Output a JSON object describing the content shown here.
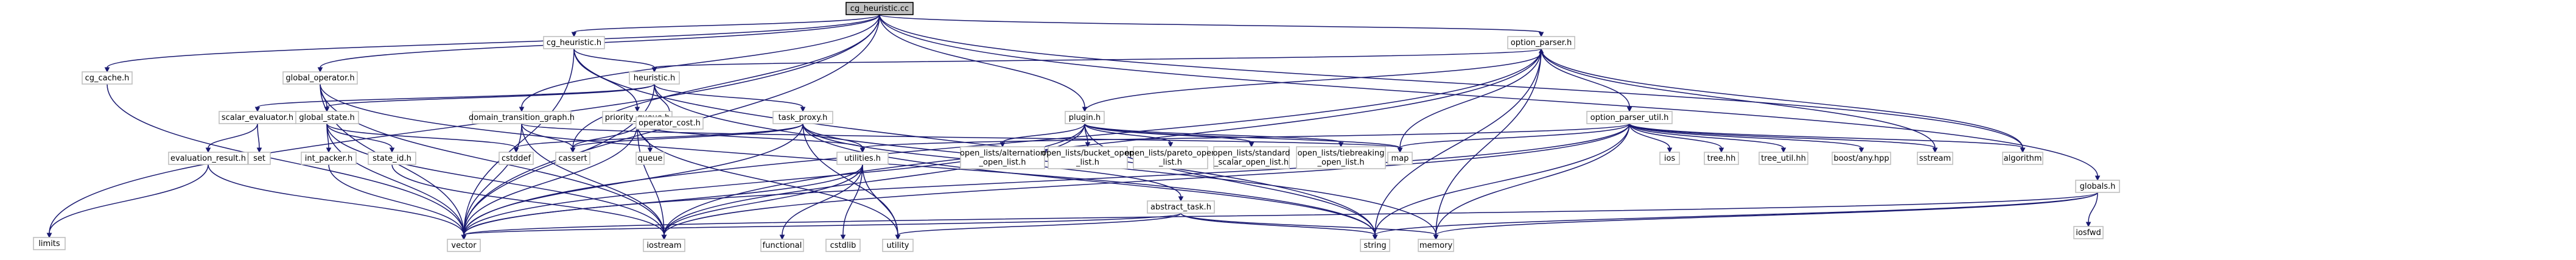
{
  "nodes": [
    {
      "id": "cg_heuristic_cc",
      "name": "cg-heuristic-cc-node",
      "lines": [
        "cg_heuristic.cc"
      ],
      "root": true
    },
    {
      "id": "limits",
      "name": "limits-node",
      "lines": [
        "limits"
      ]
    },
    {
      "id": "cg_cache_h",
      "name": "cg-cache-h-node",
      "lines": [
        "cg_cache.h"
      ]
    },
    {
      "id": "vector",
      "name": "vector-node",
      "lines": [
        "vector"
      ]
    },
    {
      "id": "global_operator_h",
      "name": "global-operator-h-node",
      "lines": [
        "global_operator.h"
      ]
    },
    {
      "id": "global_state_h",
      "name": "global-state-h-node",
      "lines": [
        "global_state.h"
      ]
    },
    {
      "id": "cg_heuristic_h",
      "name": "cg-heuristic-h-node",
      "lines": [
        "cg_heuristic.h"
      ]
    },
    {
      "id": "heuristic_h",
      "name": "heuristic-h-node",
      "lines": [
        "heuristic.h"
      ]
    },
    {
      "id": "scalar_evaluator_h",
      "name": "scalar-evaluator-h-node",
      "lines": [
        "scalar_evaluator.h"
      ]
    },
    {
      "id": "set",
      "name": "set-node",
      "lines": [
        "set"
      ]
    },
    {
      "id": "evaluation_result_h",
      "name": "evaluation-result-h-node",
      "lines": [
        "evaluation_result.h"
      ]
    },
    {
      "id": "int_packer_h",
      "name": "int-packer-h-node",
      "lines": [
        "int_packer.h"
      ]
    },
    {
      "id": "state_id_h",
      "name": "state-id-h-node",
      "lines": [
        "state_id.h"
      ]
    },
    {
      "id": "iostream",
      "name": "iostream-node",
      "lines": [
        "iostream"
      ]
    },
    {
      "id": "domain_transition_graph_h",
      "name": "domain-transition-graph-h-node",
      "lines": [
        "domain_transition_graph.h"
      ]
    },
    {
      "id": "cassert",
      "name": "cassert-node",
      "lines": [
        "cassert"
      ]
    },
    {
      "id": "priority_queue_h",
      "name": "priority-queue-h-node",
      "lines": [
        "priority_queue.h"
      ]
    },
    {
      "id": "queue",
      "name": "queue-node",
      "lines": [
        "queue"
      ]
    },
    {
      "id": "cstddef",
      "name": "cstddef-node",
      "lines": [
        "cstddef"
      ]
    },
    {
      "id": "operator_cost_h",
      "name": "operator-cost-h-node",
      "lines": [
        "operator_cost.h"
      ]
    },
    {
      "id": "task_proxy_h",
      "name": "task-proxy-h-node",
      "lines": [
        "task_proxy.h"
      ]
    },
    {
      "id": "utilities_h",
      "name": "utilities-h-node",
      "lines": [
        "utilities.h"
      ]
    },
    {
      "id": "functional",
      "name": "functional-node",
      "lines": [
        "functional"
      ]
    },
    {
      "id": "cstdlib",
      "name": "cstdlib-node",
      "lines": [
        "cstdlib"
      ]
    },
    {
      "id": "utility",
      "name": "utility-node",
      "lines": [
        "utility"
      ]
    },
    {
      "id": "plugin_h",
      "name": "plugin-h-node",
      "lines": [
        "plugin.h"
      ]
    },
    {
      "id": "ol_alternation",
      "name": "open-lists-alternation-node",
      "lines": [
        "open_lists/alternation",
        "_open_list.h"
      ]
    },
    {
      "id": "ol_bucket",
      "name": "open-lists-bucket-node",
      "lines": [
        "open_lists/bucket_open",
        "_list.h"
      ]
    },
    {
      "id": "ol_pareto",
      "name": "open-lists-pareto-node",
      "lines": [
        "open_lists/pareto_open",
        "_list.h"
      ]
    },
    {
      "id": "ol_standard",
      "name": "open-lists-standard-node",
      "lines": [
        "open_lists/standard",
        "_scalar_open_list.h"
      ]
    },
    {
      "id": "ol_tiebreaking",
      "name": "open-lists-tiebreaking-node",
      "lines": [
        "open_lists/tiebreaking",
        "_open_list.h"
      ]
    },
    {
      "id": "abstract_task_h",
      "name": "abstract-task-h-node",
      "lines": [
        "abstract_task.h"
      ]
    },
    {
      "id": "map",
      "name": "map-node",
      "lines": [
        "map"
      ]
    },
    {
      "id": "string",
      "name": "string-node",
      "lines": [
        "string"
      ]
    },
    {
      "id": "memory",
      "name": "memory-node",
      "lines": [
        "memory"
      ]
    },
    {
      "id": "option_parser_h",
      "name": "option-parser-h-node",
      "lines": [
        "option_parser.h"
      ]
    },
    {
      "id": "option_parser_util_h",
      "name": "option-parser-util-h-node",
      "lines": [
        "option_parser_util.h"
      ]
    },
    {
      "id": "ios",
      "name": "ios-node",
      "lines": [
        "ios"
      ]
    },
    {
      "id": "tree_hh",
      "name": "tree-hh-node",
      "lines": [
        "tree.hh"
      ]
    },
    {
      "id": "tree_util_hh",
      "name": "tree-util-hh-node",
      "lines": [
        "tree_util.hh"
      ]
    },
    {
      "id": "boost_any",
      "name": "boost-any-hpp-node",
      "lines": [
        "boost/any.hpp"
      ]
    },
    {
      "id": "sstream",
      "name": "sstream-node",
      "lines": [
        "sstream"
      ]
    },
    {
      "id": "algorithm",
      "name": "algorithm-node",
      "lines": [
        "algorithm"
      ]
    },
    {
      "id": "globals_h",
      "name": "globals-h-node",
      "lines": [
        "globals.h"
      ]
    },
    {
      "id": "iosfwd",
      "name": "iosfwd-node",
      "lines": [
        "iosfwd"
      ]
    }
  ],
  "edges": [
    [
      "cg_heuristic_cc",
      "cg_heuristic_h"
    ],
    [
      "cg_heuristic_cc",
      "cg_cache_h"
    ],
    [
      "cg_heuristic_cc",
      "global_operator_h"
    ],
    [
      "cg_heuristic_cc",
      "domain_transition_graph_h"
    ],
    [
      "cg_heuristic_cc",
      "plugin_h"
    ],
    [
      "cg_heuristic_cc",
      "option_parser_h"
    ],
    [
      "cg_heuristic_cc",
      "globals_h"
    ],
    [
      "cg_heuristic_cc",
      "limits"
    ],
    [
      "cg_heuristic_cc",
      "vector"
    ],
    [
      "cg_heuristic_cc",
      "cassert"
    ],
    [
      "cg_heuristic_cc",
      "algorithm"
    ],
    [
      "cg_cache_h",
      "vector"
    ],
    [
      "cg_heuristic_h",
      "heuristic_h"
    ],
    [
      "cg_heuristic_h",
      "priority_queue_h"
    ],
    [
      "cg_heuristic_h",
      "vector"
    ],
    [
      "cg_heuristic_h",
      "string"
    ],
    [
      "global_operator_h",
      "global_state_h"
    ],
    [
      "global_operator_h",
      "vector"
    ],
    [
      "global_operator_h",
      "iostream"
    ],
    [
      "global_operator_h",
      "string"
    ],
    [
      "global_state_h",
      "int_packer_h"
    ],
    [
      "global_state_h",
      "state_id_h"
    ],
    [
      "global_state_h",
      "vector"
    ],
    [
      "global_state_h",
      "iostream"
    ],
    [
      "global_state_h",
      "cstddef"
    ],
    [
      "int_packer_h",
      "vector"
    ],
    [
      "state_id_h",
      "iostream"
    ],
    [
      "heuristic_h",
      "scalar_evaluator_h"
    ],
    [
      "heuristic_h",
      "global_state_h"
    ],
    [
      "heuristic_h",
      "operator_cost_h"
    ],
    [
      "heuristic_h",
      "task_proxy_h"
    ],
    [
      "heuristic_h",
      "memory"
    ],
    [
      "heuristic_h",
      "vector"
    ],
    [
      "scalar_evaluator_h",
      "evaluation_result_h"
    ],
    [
      "scalar_evaluator_h",
      "set"
    ],
    [
      "evaluation_result_h",
      "vector"
    ],
    [
      "evaluation_result_h",
      "limits"
    ],
    [
      "priority_queue_h",
      "utilities_h"
    ],
    [
      "priority_queue_h",
      "cassert"
    ],
    [
      "priority_queue_h",
      "queue"
    ],
    [
      "priority_queue_h",
      "utility"
    ],
    [
      "priority_queue_h",
      "vector"
    ],
    [
      "priority_queue_h",
      "iostream"
    ],
    [
      "domain_transition_graph_h",
      "cassert"
    ],
    [
      "domain_transition_graph_h",
      "map"
    ],
    [
      "domain_transition_graph_h",
      "vector"
    ],
    [
      "domain_transition_graph_h",
      "iostream"
    ],
    [
      "task_proxy_h",
      "abstract_task_h"
    ],
    [
      "task_proxy_h",
      "utilities_h"
    ],
    [
      "task_proxy_h",
      "cassert"
    ],
    [
      "task_proxy_h",
      "cstddef"
    ],
    [
      "task_proxy_h",
      "string"
    ],
    [
      "task_proxy_h",
      "utility"
    ],
    [
      "task_proxy_h",
      "vector"
    ],
    [
      "utilities_h",
      "functional"
    ],
    [
      "utilities_h",
      "cstdlib"
    ],
    [
      "utilities_h",
      "utility"
    ],
    [
      "utilities_h",
      "vector"
    ],
    [
      "utilities_h",
      "iostream"
    ],
    [
      "abstract_task_h",
      "utility"
    ],
    [
      "abstract_task_h",
      "vector"
    ],
    [
      "abstract_task_h",
      "string"
    ],
    [
      "abstract_task_h",
      "memory"
    ],
    [
      "plugin_h",
      "ol_alternation"
    ],
    [
      "plugin_h",
      "ol_bucket"
    ],
    [
      "plugin_h",
      "ol_pareto"
    ],
    [
      "plugin_h",
      "ol_standard"
    ],
    [
      "plugin_h",
      "ol_tiebreaking"
    ],
    [
      "plugin_h",
      "option_parser_h"
    ],
    [
      "plugin_h",
      "map"
    ],
    [
      "plugin_h",
      "vector"
    ],
    [
      "plugin_h",
      "iostream"
    ],
    [
      "plugin_h",
      "string"
    ],
    [
      "option_parser_h",
      "option_parser_util_h"
    ],
    [
      "option_parser_h",
      "heuristic_h"
    ],
    [
      "option_parser_h",
      "map"
    ],
    [
      "option_parser_h",
      "string"
    ],
    [
      "option_parser_h",
      "vector"
    ],
    [
      "option_parser_h",
      "sstream"
    ],
    [
      "option_parser_h",
      "algorithm"
    ],
    [
      "option_parser_h",
      "iostream"
    ],
    [
      "option_parser_h",
      "memory"
    ],
    [
      "option_parser_util_h",
      "utilities_h"
    ],
    [
      "option_parser_util_h",
      "ios"
    ],
    [
      "option_parser_util_h",
      "tree_hh"
    ],
    [
      "option_parser_util_h",
      "tree_util_hh"
    ],
    [
      "option_parser_util_h",
      "boost_any"
    ],
    [
      "option_parser_util_h",
      "sstream"
    ],
    [
      "option_parser_util_h",
      "algorithm"
    ],
    [
      "option_parser_util_h",
      "map"
    ],
    [
      "option_parser_util_h",
      "string"
    ],
    [
      "option_parser_util_h",
      "vector"
    ],
    [
      "option_parser_util_h",
      "iostream"
    ],
    [
      "option_parser_util_h",
      "memory"
    ],
    [
      "globals_h",
      "iosfwd"
    ],
    [
      "globals_h",
      "memory"
    ],
    [
      "globals_h",
      "string"
    ],
    [
      "globals_h",
      "vector"
    ]
  ]
}
